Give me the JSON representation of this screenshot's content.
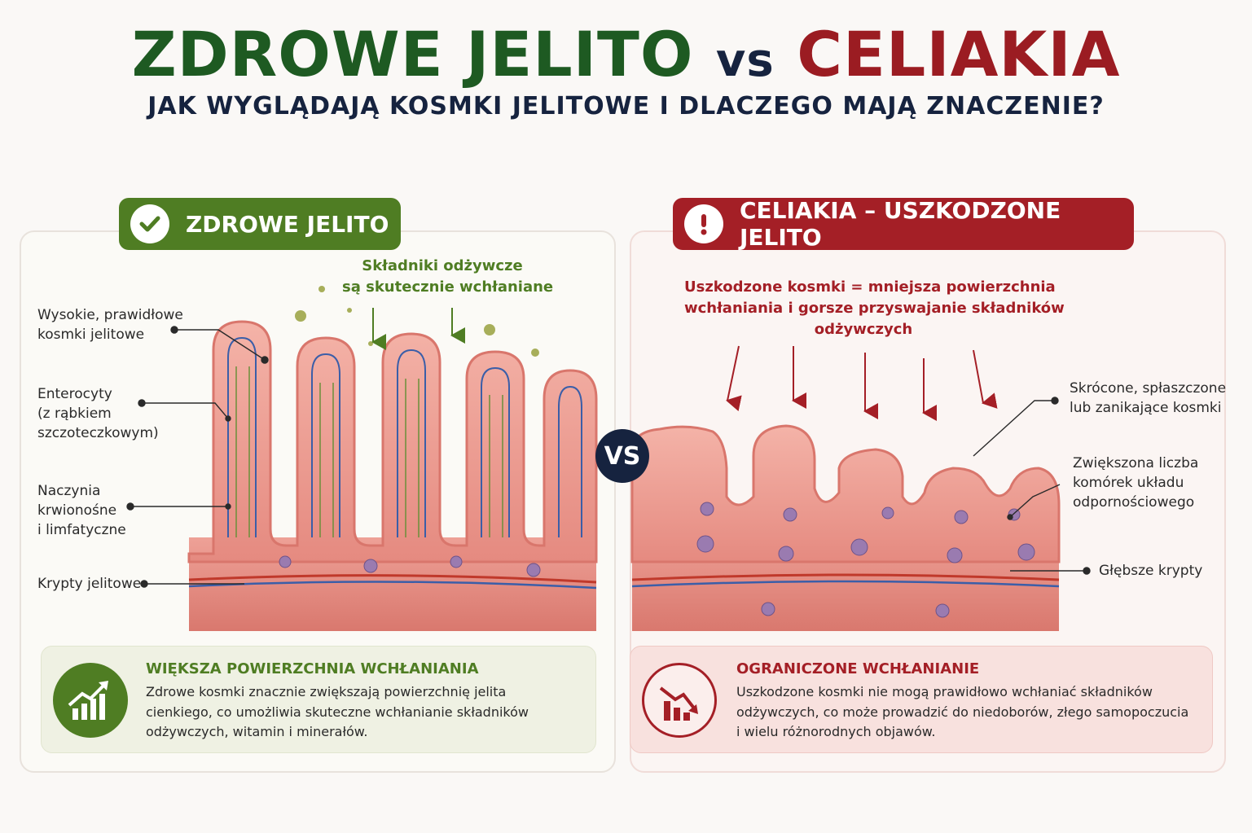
{
  "title": {
    "part1": "ZDROWE JELITO",
    "vs": "vs",
    "part2": "CELIAKIA"
  },
  "subtitle": "JAK WYGLĄDAJĄ KOSMKI JELITOWE I DLACZEGO MAJĄ ZNACZENIE?",
  "vs_circle": "VS",
  "colors": {
    "green": "#4f7d23",
    "red": "#a41f26",
    "navy": "#16233f",
    "tissue": "#e9928a"
  },
  "left": {
    "badge": "ZDROWE JELITO",
    "badge_icon": "check-icon",
    "nutrient_note": {
      "line1": "Składniki odżywcze",
      "line2": "są skutecznie wchłaniane"
    },
    "labels": {
      "villi": {
        "line1": "Wysokie, prawidłowe",
        "line2": "kosmki jelitowe"
      },
      "enterocytes": {
        "line1": "Enterocyty",
        "line2": "(z rąbkiem",
        "line3": "szczoteczkowym)"
      },
      "vessels": {
        "line1": "Naczynia",
        "line2": "krwionośne",
        "line3": "i limfatyczne"
      },
      "crypts": "Krypty jelitowe"
    },
    "info": {
      "icon": "chart-up-icon",
      "heading": "WIĘKSZA POWIERZCHNIA WCHŁANIANIA",
      "line1": "Zdrowe kosmki znacznie zwiększają powierzchnię jelita",
      "line2": "cienkiego, co umożliwia skuteczne wchłanianie składników",
      "line3": "odżywczych, witamin i minerałów."
    }
  },
  "right": {
    "badge": "CELIAKIA – USZKODZONE JELITO",
    "badge_icon": "exclamation-icon",
    "damage_note": {
      "line1": "Uszkodzone kosmki = mniejsza powierzchnia",
      "line2": "wchłaniania i gorsze przyswajanie składników",
      "line3": "odżywczych"
    },
    "labels": {
      "short_villi": {
        "line1": "Skrócone, spłaszczone",
        "line2": "lub zanikające kosmki"
      },
      "immune": {
        "line1": "Zwiększona liczba",
        "line2": "komórek układu",
        "line3": "odpornościowego"
      },
      "deep_crypts": "Głębsze krypty"
    },
    "info": {
      "icon": "chart-down-icon",
      "heading": "OGRANICZONE WCHŁANIANIE",
      "line1": "Uszkodzone kosmki nie mogą prawidłowo wchłaniać składników",
      "line2": "odżywczych, co może prowadzić do niedoborów, złego samopoczucia",
      "line3": "i wielu różnorodnych objawów."
    }
  }
}
